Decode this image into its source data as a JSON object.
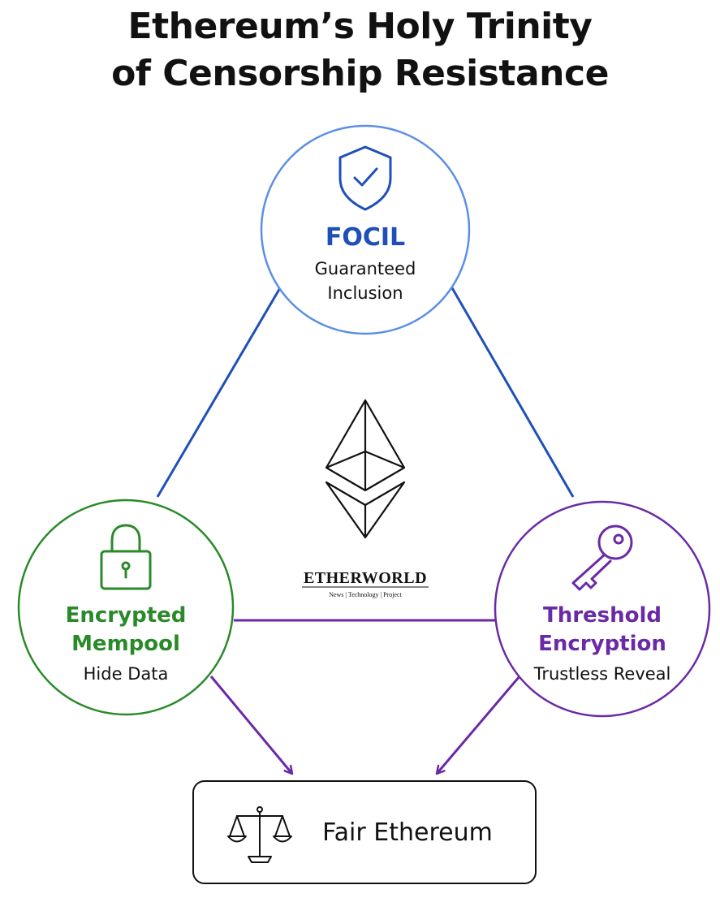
{
  "title": {
    "line1": "Ethereum’s Holy Trinity",
    "line2": "of Censorship Resistance"
  },
  "nodes": {
    "focil": {
      "name": "FOCIL",
      "desc_line1": "Guaranteed",
      "desc_line2": "Inclusion",
      "color": "#1f4fb8",
      "ring_color": "#5b8fe6",
      "icon": "shield-check-icon"
    },
    "encrypted_mempool": {
      "name_line1": "Encrypted",
      "name_line2": "Mempool",
      "desc": "Hide Data",
      "color": "#2a8a2a",
      "icon": "padlock-icon"
    },
    "threshold_encryption": {
      "name_line1": "Threshold",
      "name_line2": "Encryption",
      "desc": "Trustless Reveal",
      "color": "#6a2aa6",
      "icon": "key-icon"
    }
  },
  "center": {
    "icon": "ethereum-logo-icon",
    "brand": "ETHERWORLD",
    "tagline": "News | Technology | Project"
  },
  "result": {
    "label": "Fair Ethereum",
    "icon": "balance-scale-icon"
  },
  "colors": {
    "blue_line": "#1f4fb8",
    "purple_line": "#6a2aa6",
    "green": "#2a8a2a"
  }
}
